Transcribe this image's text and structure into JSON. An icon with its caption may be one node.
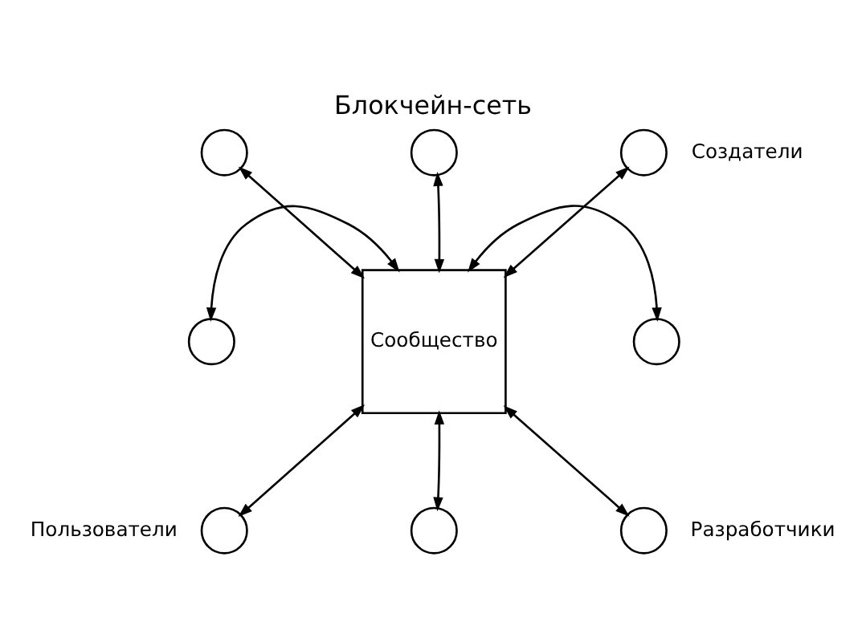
{
  "diagram": {
    "title": "Блокчейн-сеть",
    "nodes": [
      {
        "text": [
          "Сообщество"
        ]
      },
      {
        "text": [],
        "shape": "circle"
      },
      {
        "text": [],
        "shape": "circle"
      },
      {
        "text": [],
        "shape": "circle",
        "beside": [
          "Создатели"
        ]
      },
      {
        "text": [],
        "shape": "circle"
      },
      {
        "text": [],
        "shape": "circle"
      },
      {
        "text": [],
        "shape": "circle",
        "beside": [
          "Пользователи"
        ]
      },
      {
        "text": [],
        "shape": "circle",
        "beside": [
          "Разработчики"
        ]
      },
      {
        "text": [],
        "shape": "circle"
      }
    ],
    "edges": [
      {
        "from": 0,
        "to": 1,
        "arrow": "both"
      },
      {
        "from": 0,
        "to": 2,
        "arrow": "both"
      },
      {
        "from": 0,
        "to": 3,
        "arrow": "both"
      },
      {
        "from": 0,
        "to": 4,
        "arrow": "both"
      },
      {
        "from": 0,
        "to": 5,
        "arrow": "both"
      },
      {
        "from": 0,
        "to": 6,
        "arrow": "both"
      },
      {
        "from": 0,
        "to": 7,
        "arrow": "both"
      },
      {
        "from": 0,
        "to": 8,
        "arrow": "both"
      }
    ]
  }
}
